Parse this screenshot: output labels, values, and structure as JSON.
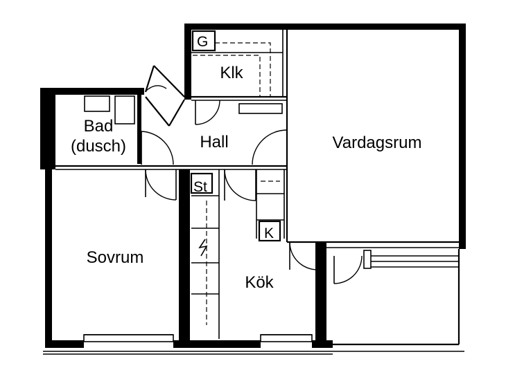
{
  "rooms": {
    "bad_line1": "Bad",
    "bad_line2": "(dusch)",
    "klk": "Klk",
    "hall": "Hall",
    "vardagsrum": "Vardagsrum",
    "sovrum": "Sovrum",
    "kok": "Kök"
  },
  "markers": {
    "g": "G",
    "st": "St",
    "k": "K"
  },
  "colors": {
    "wall": "#000000",
    "background": "#ffffff"
  }
}
